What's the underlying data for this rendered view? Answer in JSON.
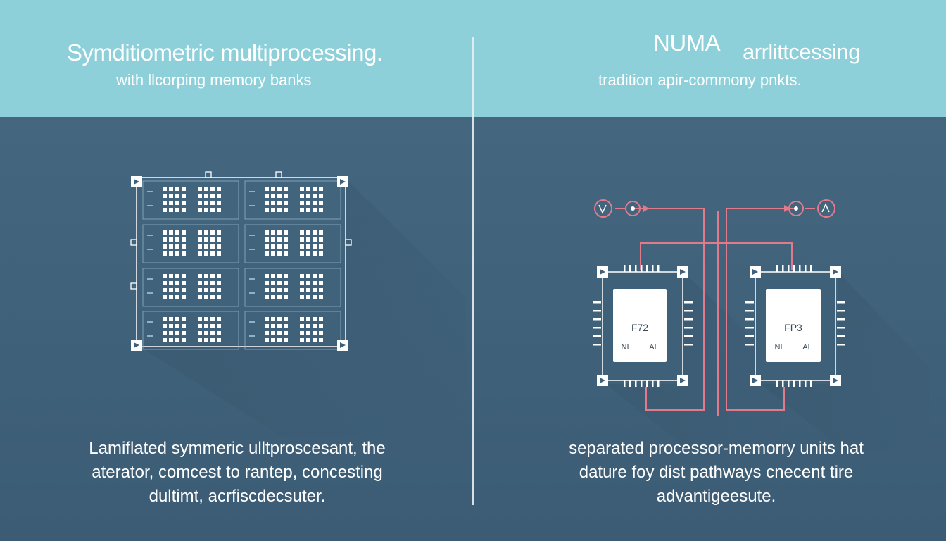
{
  "left": {
    "title": "Symditiometric multiprocessing.",
    "subtitle": "with llcorping memory banks",
    "description": [
      "Lamiflated symmeric ulltproscesant, the",
      "aterator, comcest to rantep, concesting",
      "dultimt, acrfiscdecsuter."
    ]
  },
  "right": {
    "title_main": "NUMA",
    "title_rest": "arrlittcessing",
    "subtitle": "tradition apir-commony рnkts.",
    "description": [
      "separated processor-memorry units hat",
      "dature foy dist pathways cnecent tire",
      "advantigeesute."
    ],
    "node_a": {
      "label": "F72",
      "sub_left": "NI",
      "sub_right": "AL"
    },
    "node_b": {
      "label": "FP3",
      "sub_left": "NI",
      "sub_right": "AL"
    }
  },
  "colors": {
    "top_band": "#8dd0d9",
    "panel": "#3f6079",
    "link": "#e27a8c",
    "line": "#ffffff"
  }
}
